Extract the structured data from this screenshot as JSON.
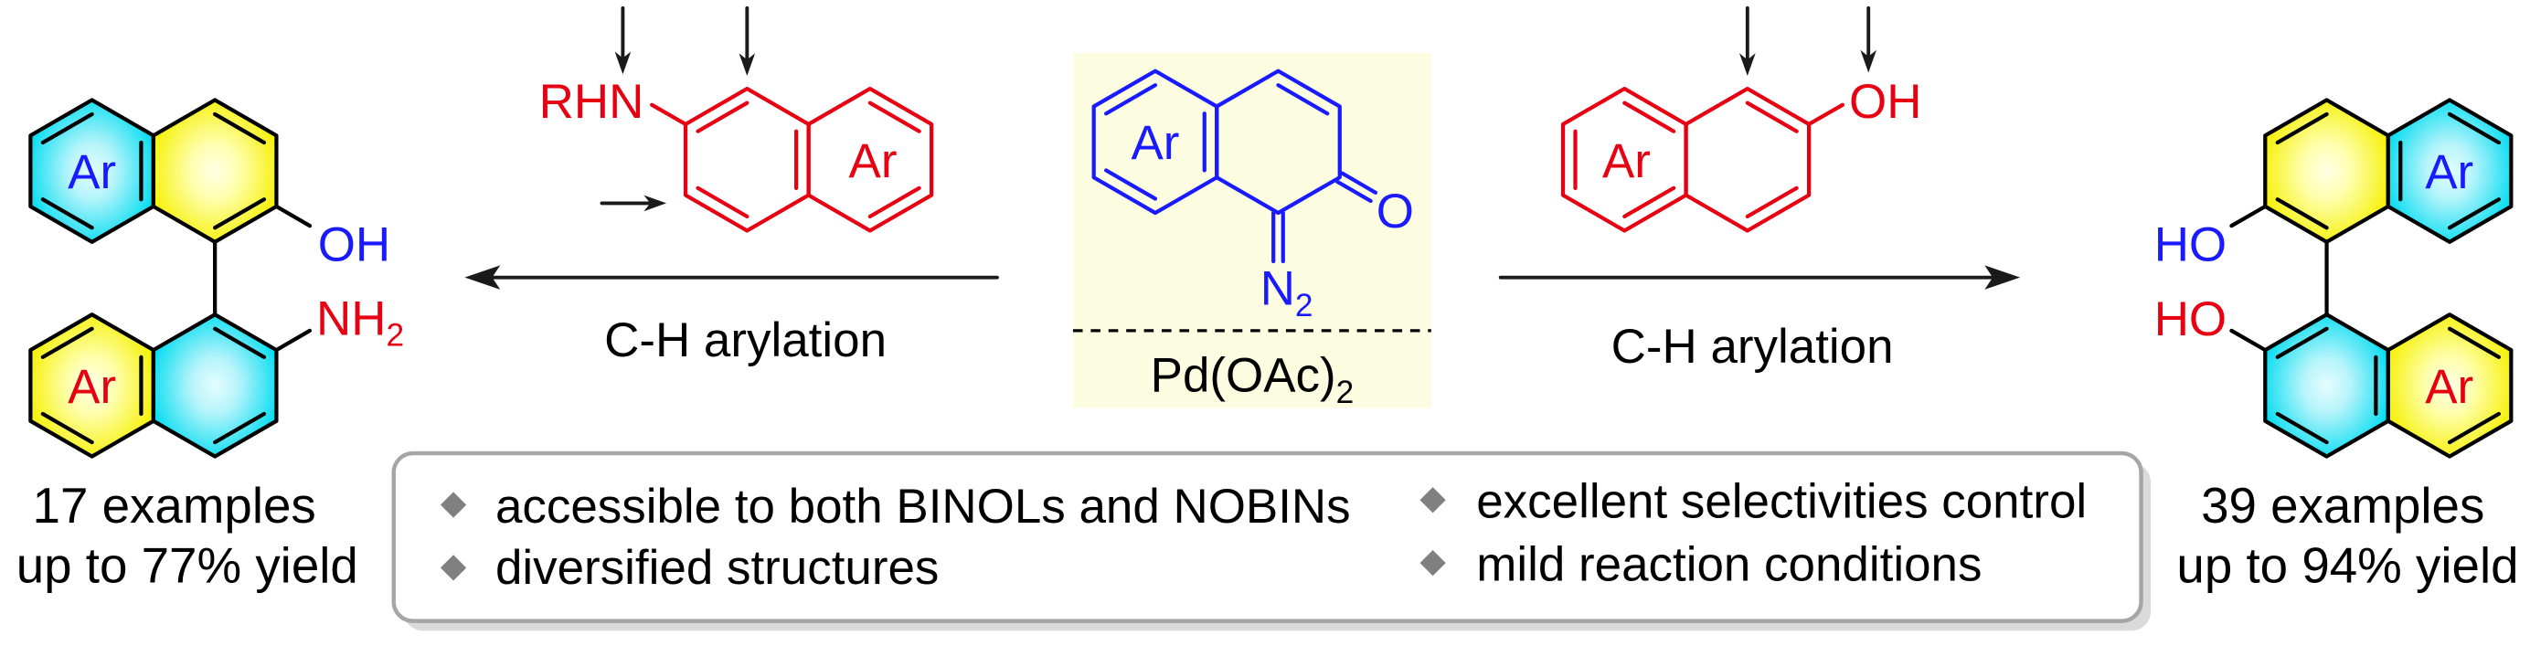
{
  "colors": {
    "reagent_red": "#e60012",
    "diazo_blue": "#1a1aff",
    "ring_cyan": "#00dcf0",
    "ring_yellow": "#f5f000",
    "catalyst_panel": "#fcfce1",
    "bullet_gray": "#808080"
  },
  "nobin_product": {
    "ring_labels": {
      "upper": "Ar",
      "lower": "Ar"
    },
    "hydroxyl": "OH",
    "amino": {
      "main": "NH",
      "sub": "2"
    },
    "examples": "17 examples",
    "yield": "up to 77% yield"
  },
  "amine_reagent": {
    "amine": "RHN",
    "ring_label": "Ar"
  },
  "left_arrow": {
    "label": "C-H arylation"
  },
  "diazo_reagent": {
    "ring_label": "Ar",
    "oxygen": "O",
    "diazo": {
      "main": "N",
      "sub": "2"
    }
  },
  "catalyst": {
    "main": "Pd(OAc)",
    "sub": "2"
  },
  "naphthol_reagent": {
    "ring_label": "Ar",
    "hydroxyl": "OH"
  },
  "right_arrow": {
    "label": "C-H arylation"
  },
  "binol_product": {
    "ring_labels": {
      "upper": "Ar",
      "lower": "Ar"
    },
    "hydroxyl_upper": "HO",
    "hydroxyl_lower": "HO",
    "examples": "39 examples",
    "yield": "up to 94% yield"
  },
  "highlights": [
    "accessible to both BINOLs and NOBINs",
    "diversified structures",
    "excellent selectivities control",
    "mild reaction conditions"
  ]
}
